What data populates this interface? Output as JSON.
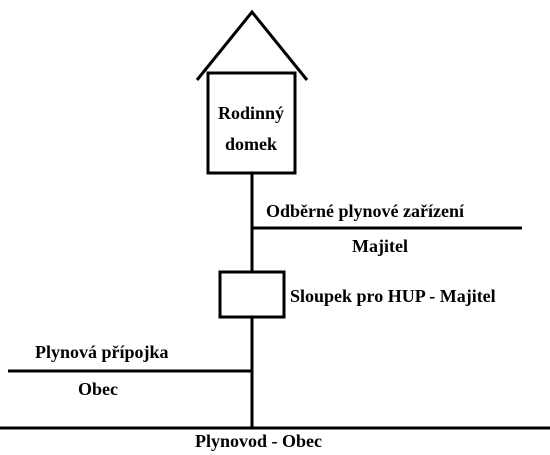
{
  "house": {
    "label_line1": "Rodinný",
    "label_line2": "domek"
  },
  "consumer_installation": {
    "label": "Odběrné plynové zařízení",
    "owner": "Majitel"
  },
  "pillar": {
    "label": "Sloupek pro HUP - Majitel"
  },
  "service_connection": {
    "label": "Plynová přípojka",
    "owner": "Obec"
  },
  "main_pipeline": {
    "label": "Plynovod - Obec"
  },
  "colors": {
    "line": "#000000",
    "background": "#ffffff",
    "text": "#000000"
  }
}
